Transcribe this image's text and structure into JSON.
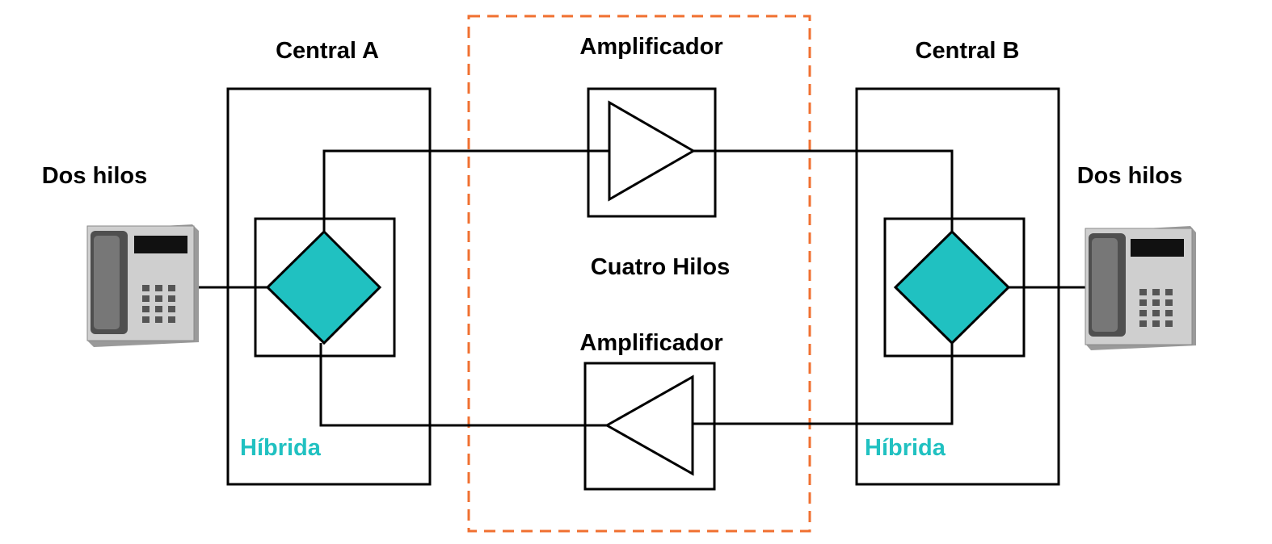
{
  "labels": {
    "central_a": "Central A",
    "central_b": "Central B",
    "amplifier_top": "Amplificador",
    "amplifier_bottom": "Amplificador",
    "four_wire": "Cuatro Hilos",
    "two_wire_left": "Dos hilos",
    "two_wire_right": "Dos hilos",
    "hybrid_a": "Híbrida",
    "hybrid_b": "Híbrida"
  },
  "colors": {
    "line": "#000000",
    "hybrid_fill": "#20c1c1",
    "hybrid_label": "#20c1c1",
    "dashed_border": "#f07030",
    "phone_body": "#c9c9c9",
    "phone_handset": "#6a6a6a"
  },
  "icons": {
    "left_phone": "telephone-icon",
    "right_phone": "telephone-icon",
    "top_amplifier": "amplifier-triangle-right",
    "bottom_amplifier": "amplifier-triangle-left",
    "hybrid": "diamond"
  }
}
